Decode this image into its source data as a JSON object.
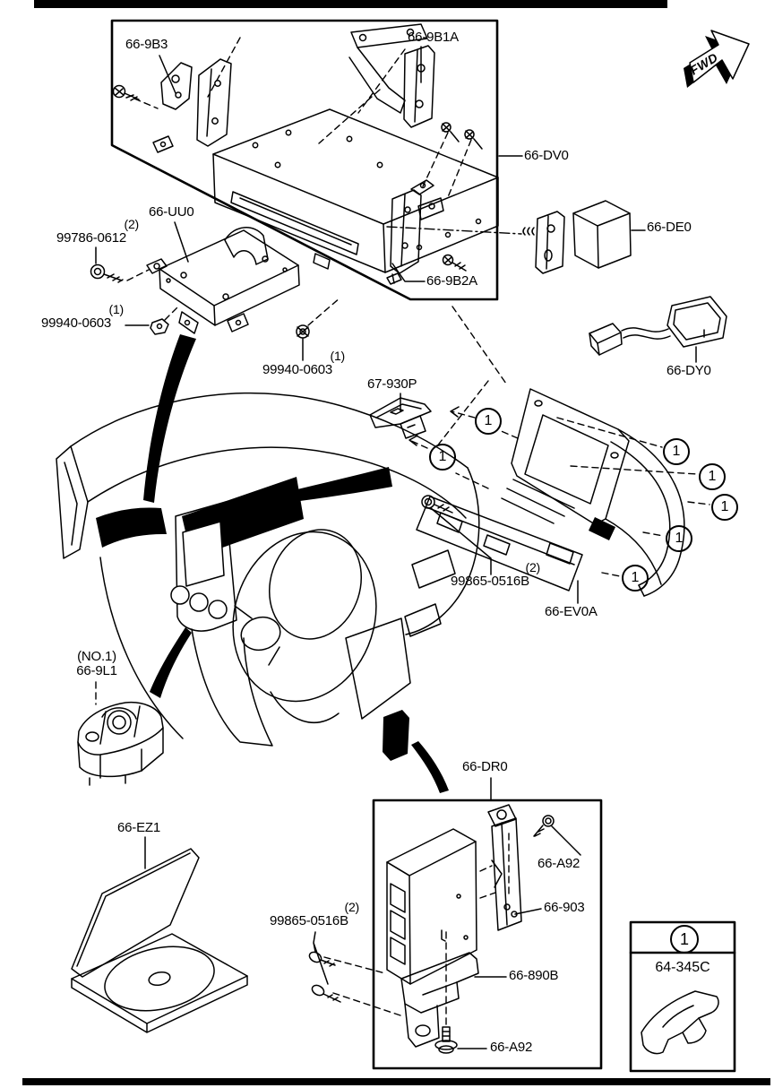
{
  "colors": {
    "ink": "#000000",
    "paper": "#ffffff"
  },
  "fwd_marker": {
    "label": "FWD"
  },
  "callouts": {
    "number": "1"
  },
  "legend": {
    "callout_number": "1",
    "part_number": "64-345C"
  },
  "parts": {
    "bracket_66_9b3": {
      "part_number": "66-9B3"
    },
    "bracket_66_9b1a": {
      "part_number": "66-9B1A"
    },
    "audio_unit_66_dv0": {
      "part_number": "66-DV0"
    },
    "module_66_uu0": {
      "part_number": "66-UU0"
    },
    "screw_99786_0612": {
      "part_number": "99786-0612",
      "quantity": "(2)"
    },
    "nut_99940_0603_left": {
      "part_number": "99940-0603",
      "quantity": "(1)"
    },
    "nut_99940_0603_right": {
      "part_number": "99940-0603",
      "quantity": "(1)"
    },
    "bracket_66_9b2a": {
      "part_number": "66-9B2A"
    },
    "unit_66_de0": {
      "part_number": "66-DE0"
    },
    "antenna_66_dy0": {
      "part_number": "66-DY0"
    },
    "panel_67_930p": {
      "part_number": "67-930P"
    },
    "screw_99865_0516b_upper": {
      "part_number": "99865-0516B",
      "quantity": "(2)"
    },
    "display_66_ev0a": {
      "part_number": "66-EV0A"
    },
    "switch_66_9l1": {
      "part_number": "66-9L1",
      "note": "(NO.1)"
    },
    "disc_case_66_ez1": {
      "part_number": "66-EZ1"
    },
    "unit_66_dr0": {
      "part_number": "66-DR0"
    },
    "screw_66_a92_upper": {
      "part_number": "66-A92"
    },
    "bracket_66_903": {
      "part_number": "66-903"
    },
    "screw_99865_0516b_lower": {
      "part_number": "99865-0516B",
      "quantity": "(2)"
    },
    "bracket_66_890b": {
      "part_number": "66-890B"
    },
    "bolt_66_a92_lower": {
      "part_number": "66-A92"
    }
  }
}
